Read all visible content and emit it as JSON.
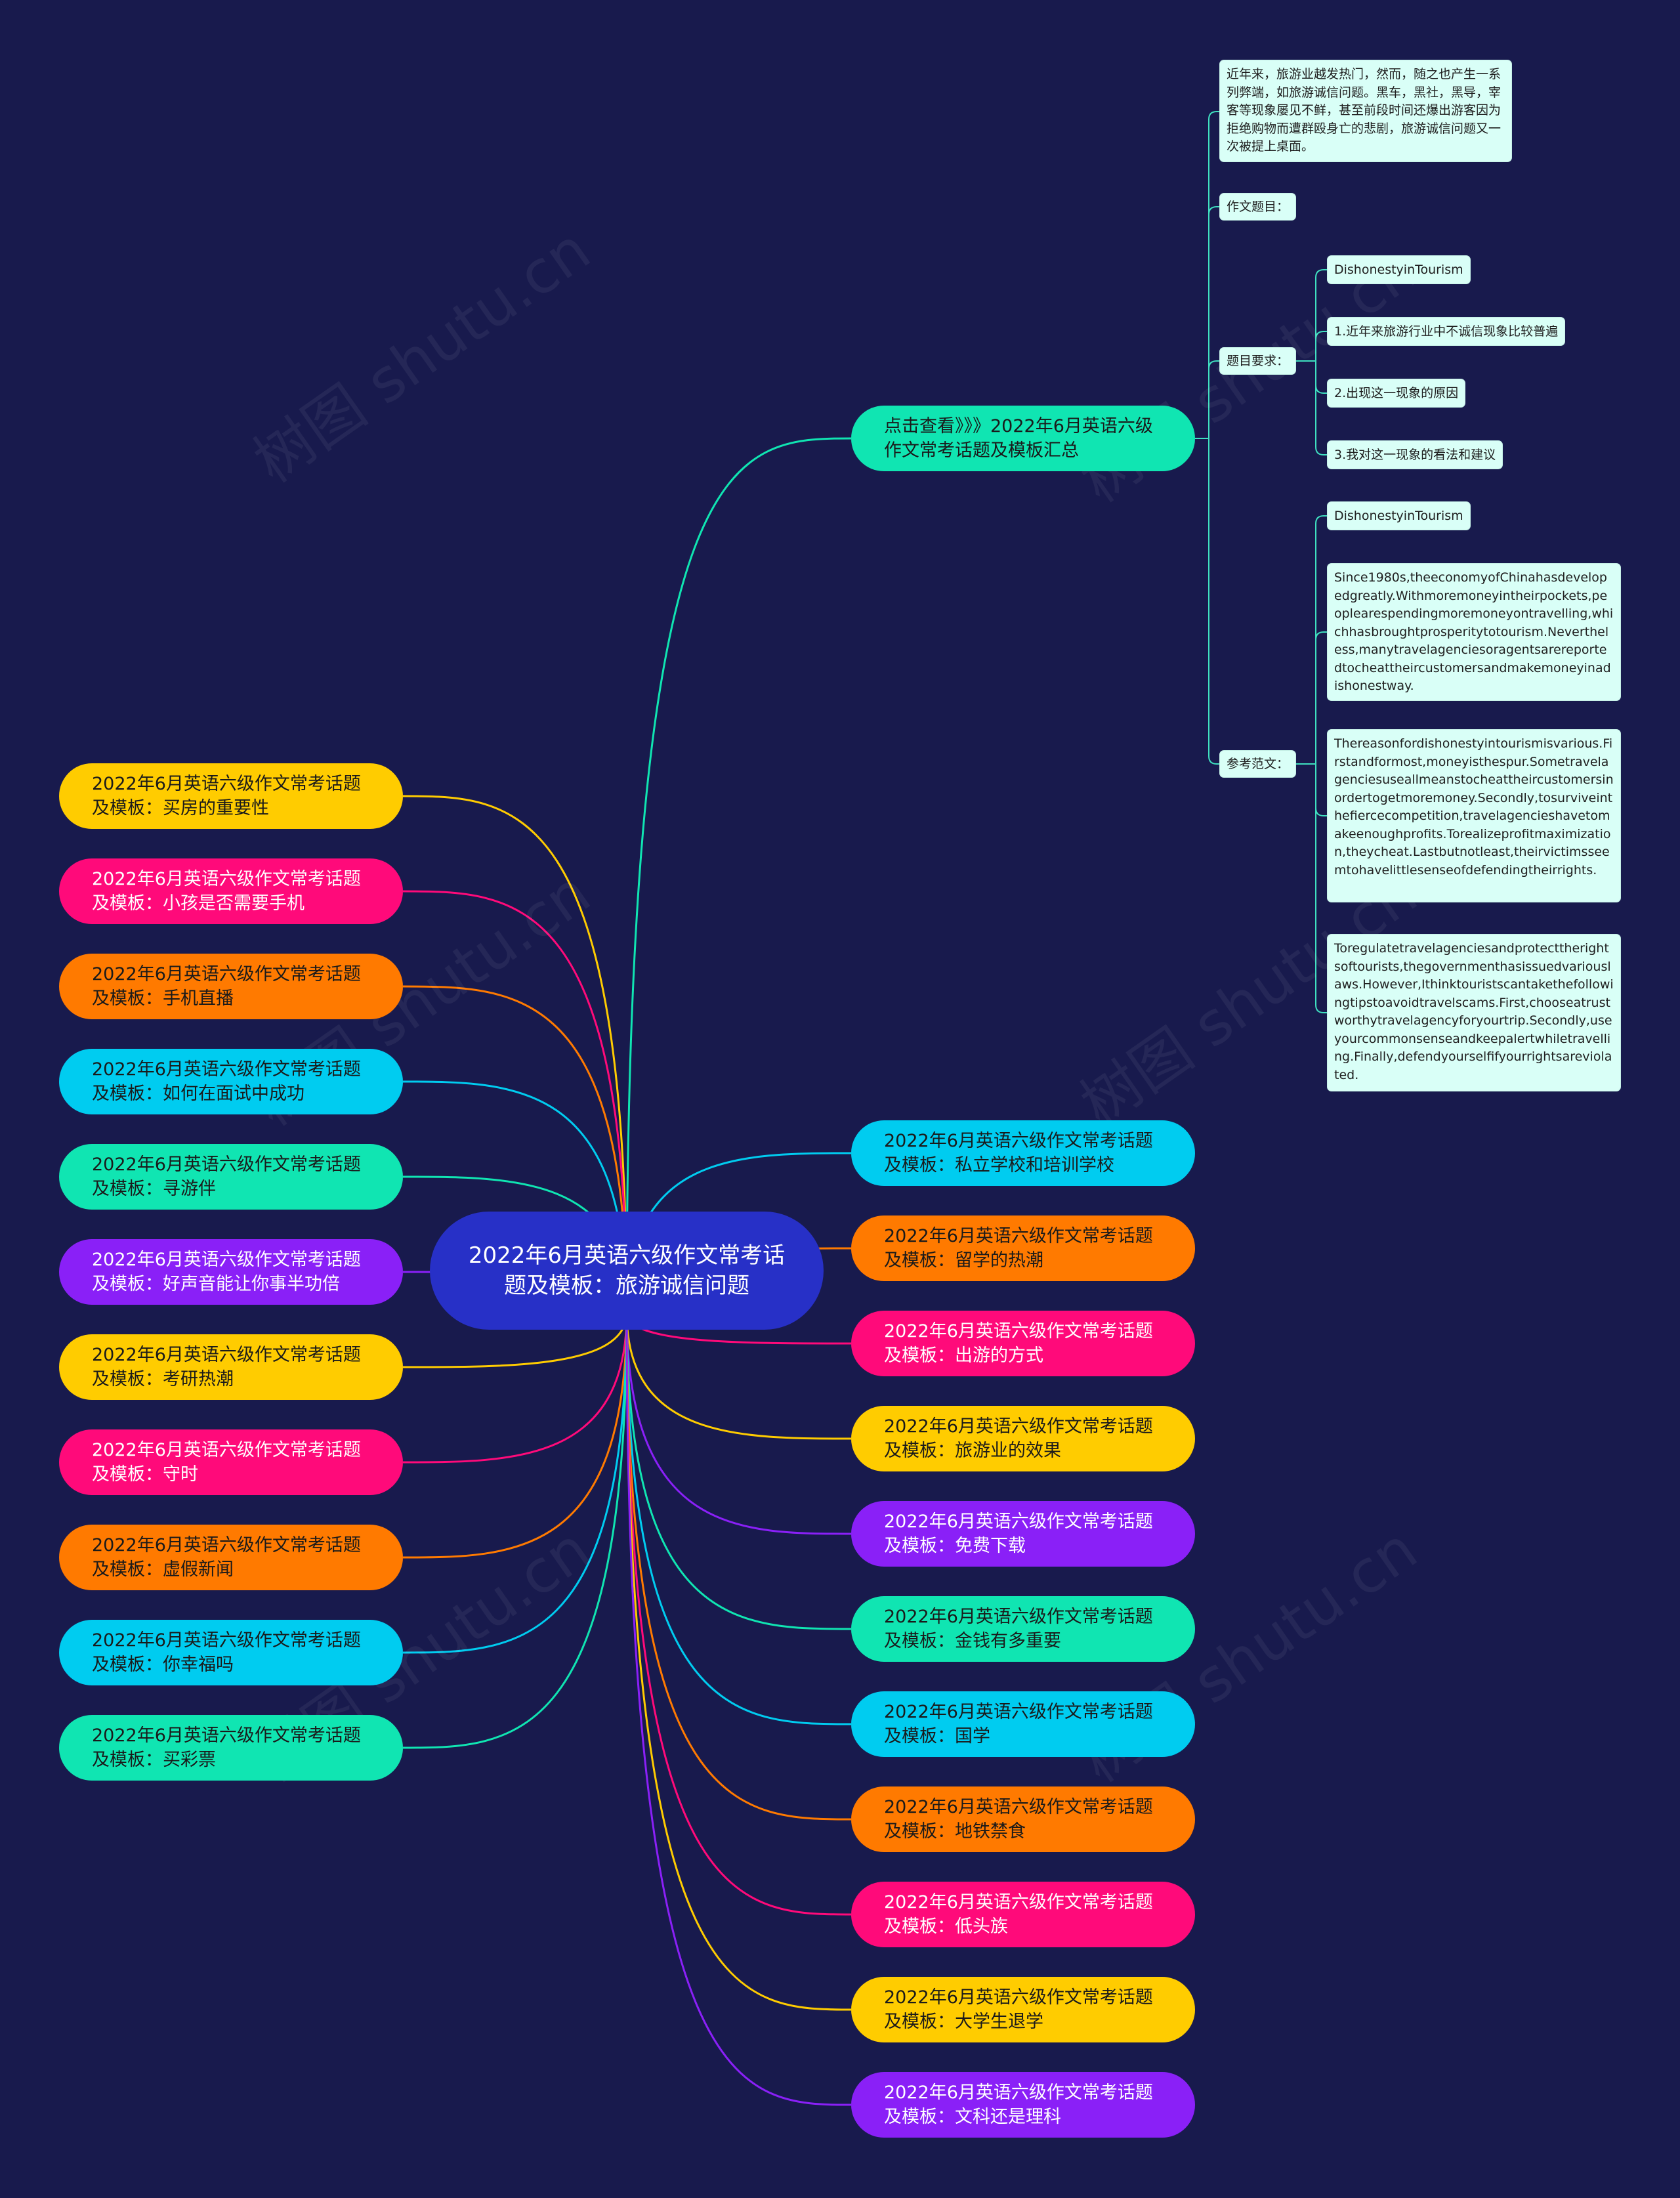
{
  "root": {
    "label": "2022年6月英语六级作文常考话题及模板：旅游诚信问题"
  },
  "watermark": "树图 shutu.cn",
  "summary_topic": {
    "label": "点击查看》》》2022年6月英语六级作文常考话题及模板汇总",
    "color": "#10e5b2"
  },
  "summary_children": {
    "intro": "近年来，旅游业越发热门，然而，随之也产生一系列弊端，如旅游诚信问题。黑车，黑社，黑导，宰客等现象屡见不鲜，甚至前段时间还爆出游客因为拒绝购物而遭群殴身亡的悲剧，旅游诚信问题又一次被提上桌面。",
    "title_label": "作文题目：",
    "requirements_label": "题目要求：",
    "requirements": [
      "DishonestyinTourism",
      "1.近年来旅游行业中不诚信现象比较普遍",
      "2.出现这一现象的原因",
      "3.我对这一现象的看法和建议"
    ],
    "sample_label": "参考范文：",
    "sample": [
      "DishonestyinTourism",
      "Since1980s,theeconomyofChinahasdevelopedgreatly.Withmoremoneyintheirpockets,peoplearespendingmoremoneyontravelling,whichhasbroughtprosperitytotourism.Nevertheless,manytravelagenciesoragentsarereportedtocheattheircustomersandmakemoneyinadishonestway.",
      "Thereasonfordishonestyintourismisvarious.Firstandformost,moneyisthespur.Sometravelagenciesuseallmeanstocheattheircustomersinordertogetmoremoney.Secondly,tosurviveinthefiercecompetition,travelagencieshavetomakeenoughprofits.Torealizeprofitmaximization,theycheat.Lastbutnotleast,theirvictimsseemtohavelittlesenseofdefendingtheirrights.",
      "Toregulatetravelagenciesandprotecttherightsoftourists,thegovernmenthasissuedvariouslaws.However,Ithinktouristscantakethefollowingtipstoavoidtravelscams.First,chooseatrustworthytravelagencyforyourtrip.Secondly,useyourcommonsenseandkeepalertwhiletravelling.Finally,defendyourselfifyourrightsareviolated."
    ]
  },
  "left_topics": [
    {
      "l1": "2022年6月英语六级作文常考话题",
      "l2": "及模板：买房的重要性",
      "color": "#ffcc00"
    },
    {
      "l1": "2022年6月英语六级作文常考话题",
      "l2": "及模板：小孩是否需要手机",
      "color": "#ff0a7a"
    },
    {
      "l1": "2022年6月英语六级作文常考话题",
      "l2": "及模板：手机直播",
      "color": "#ff7a00"
    },
    {
      "l1": "2022年6月英语六级作文常考话题",
      "l2": "及模板：如何在面试中成功",
      "color": "#00ccf0"
    },
    {
      "l1": "2022年6月英语六级作文常考话题",
      "l2": "及模板：寻游伴",
      "color": "#10e5b2"
    },
    {
      "l1": "2022年6月英语六级作文常考话题",
      "l2": "及模板：好声音能让你事半功倍",
      "color": "#8a20f7"
    },
    {
      "l1": "2022年6月英语六级作文常考话题",
      "l2": "及模板：考研热潮",
      "color": "#ffcc00"
    },
    {
      "l1": "2022年6月英语六级作文常考话题",
      "l2": "及模板：守时",
      "color": "#ff0a7a"
    },
    {
      "l1": "2022年6月英语六级作文常考话题",
      "l2": "及模板：虚假新闻",
      "color": "#ff7a00"
    },
    {
      "l1": "2022年6月英语六级作文常考话题",
      "l2": "及模板：你幸福吗",
      "color": "#00ccf0"
    },
    {
      "l1": "2022年6月英语六级作文常考话题",
      "l2": "及模板：买彩票",
      "color": "#10e5b2"
    }
  ],
  "right_topics": [
    {
      "l1": "2022年6月英语六级作文常考话题",
      "l2": "及模板：私立学校和培训学校",
      "color": "#00ccf0"
    },
    {
      "l1": "2022年6月英语六级作文常考话题",
      "l2": "及模板：留学的热潮",
      "color": "#ff7a00"
    },
    {
      "l1": "2022年6月英语六级作文常考话题",
      "l2": "及模板：出游的方式",
      "color": "#ff0a7a"
    },
    {
      "l1": "2022年6月英语六级作文常考话题",
      "l2": "及模板：旅游业的效果",
      "color": "#ffcc00"
    },
    {
      "l1": "2022年6月英语六级作文常考话题",
      "l2": "及模板：免费下载",
      "color": "#8a20f7"
    },
    {
      "l1": "2022年6月英语六级作文常考话题",
      "l2": "及模板：金钱有多重要",
      "color": "#10e5b2"
    },
    {
      "l1": "2022年6月英语六级作文常考话题",
      "l2": "及模板：国学",
      "color": "#00ccf0"
    },
    {
      "l1": "2022年6月英语六级作文常考话题",
      "l2": "及模板：地铁禁食",
      "color": "#ff7a00"
    },
    {
      "l1": "2022年6月英语六级作文常考话题",
      "l2": "及模板：低头族",
      "color": "#ff0a7a"
    },
    {
      "l1": "2022年6月英语六级作文常考话题",
      "l2": "及模板：大学生退学",
      "color": "#ffcc00"
    },
    {
      "l1": "2022年6月英语六级作文常考话题",
      "l2": "及模板：文科还是理科",
      "color": "#8a20f7"
    }
  ]
}
